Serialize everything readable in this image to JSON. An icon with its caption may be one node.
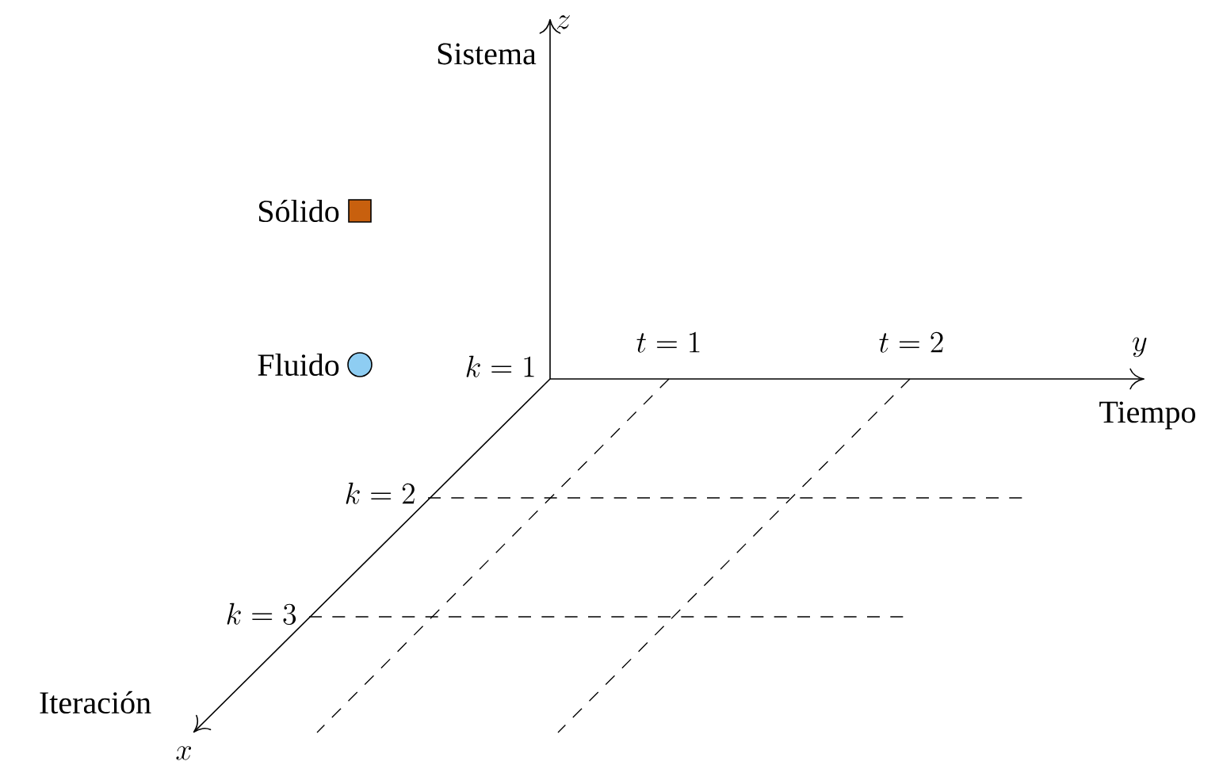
{
  "diagram": {
    "labels": [
      "Sistema",
      "z",
      "k = 1",
      "t = 1",
      "t = 2",
      "y",
      "Tiempo",
      "k = 2",
      "k = 3",
      "Iteración",
      "x"
    ],
    "legend": [
      {
        "text": "Sólido",
        "color": "#c8600e"
      },
      {
        "text": "Fluido",
        "color": "#8ecdf2"
      }
    ]
  }
}
